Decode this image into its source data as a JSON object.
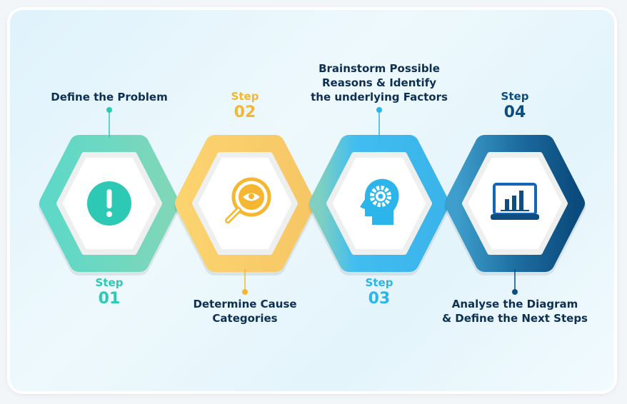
{
  "steps": [
    {
      "step_label": "Step",
      "number": "01",
      "title_lines": [
        "Define the Problem"
      ],
      "color": "#2ec9b5",
      "icon": "exclamation-icon"
    },
    {
      "step_label": "Step",
      "number": "02",
      "title_lines": [
        "Determine Cause",
        "Categories"
      ],
      "color": "#f5b731",
      "icon": "magnifier-eye-icon"
    },
    {
      "step_label": "Step",
      "number": "03",
      "title_lines": [
        "Brainstorm Possible",
        "Reasons & Identify",
        "the underlying Factors"
      ],
      "color": "#2bb5ea",
      "icon": "head-gear-icon"
    },
    {
      "step_label": "Step",
      "number": "04",
      "title_lines": [
        "Analyse the Diagram",
        "& Define the Next Steps"
      ],
      "color": "#0e4d80",
      "icon": "laptop-chart-icon"
    }
  ]
}
